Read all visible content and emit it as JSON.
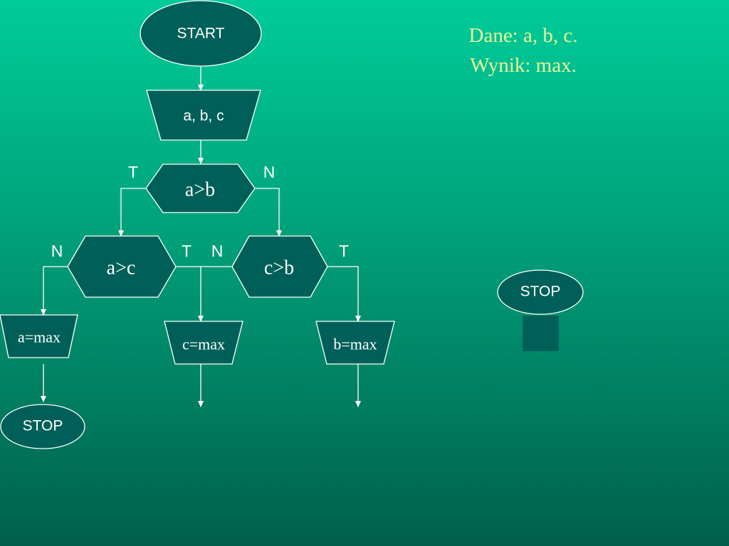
{
  "colors": {
    "shape_fill": "#006059",
    "shape_stroke": "#ffffff",
    "text": "#ffffff",
    "note_text": "#eaf59a"
  },
  "info": {
    "line1": "Dane: a, b, c.",
    "line2": "Wynik: max."
  },
  "nodes": {
    "start": "START",
    "input": "a, b, c",
    "cond_ab": "a>b",
    "cond_ac": "a>c",
    "cond_cb": "c>b",
    "assign_a": "a=max",
    "assign_c": "c=max",
    "assign_b": "b=max",
    "stop_left": "STOP",
    "stop_right": "STOP"
  },
  "branch_labels": {
    "ab_true": "T",
    "ab_false": "N",
    "ac_false": "N",
    "ac_true": "T",
    "cb_false": "N",
    "cb_true": "T"
  }
}
